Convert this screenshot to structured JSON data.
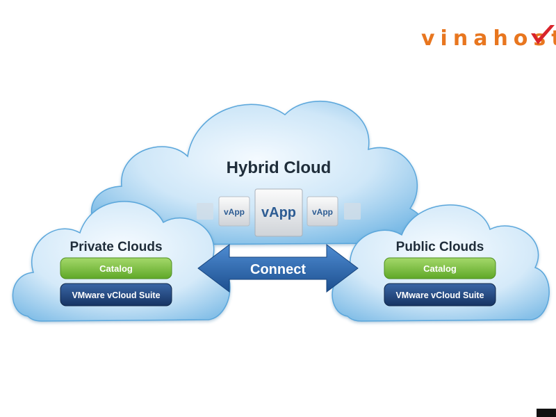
{
  "logo": {
    "text": "vinahost.",
    "accent": "#e8761f",
    "check_color": "#d9242b"
  },
  "hybrid": {
    "title": "Hybrid Cloud",
    "main_app": "vApp",
    "side_apps": [
      "vApp",
      "vApp"
    ]
  },
  "private": {
    "title": "Private Clouds",
    "catalog": "Catalog",
    "suite": "VMware vCloud Suite"
  },
  "public": {
    "title": "Public Clouds",
    "catalog": "Catalog",
    "suite": "VMware vCloud Suite"
  },
  "connector": {
    "label": "Connect"
  },
  "colors": {
    "cloud_light": "#eaf5fd",
    "cloud_mid": "#a7d3f1",
    "cloud_edge": "#5aa6db",
    "catalog_green": "#7cc242",
    "suite_navy": "#22477f",
    "arrow_blue": "#2a63a8"
  }
}
